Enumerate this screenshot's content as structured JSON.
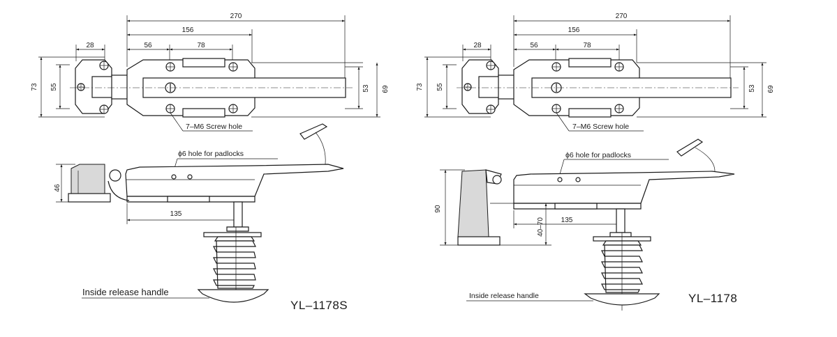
{
  "left": {
    "model": "YL–1178S",
    "dims": {
      "overall": "270",
      "bar": "156",
      "hinge": "28",
      "hole_a": "56",
      "hole_b": "78",
      "h73": "73",
      "h55": "55",
      "h53": "53",
      "h69": "69",
      "h46": "46",
      "d135": "135"
    },
    "screw_note": "7–M6 Screw hole",
    "padlock_note": "ϕ6 hole for padlocks",
    "release_note": "Inside release handle"
  },
  "right": {
    "model": "YL–1178",
    "dims": {
      "overall": "270",
      "bar": "156",
      "hinge": "28",
      "hole_a": "56",
      "hole_b": "78",
      "h73": "73",
      "h55": "55",
      "h53": "53",
      "h69": "69",
      "h90": "90",
      "d4070": "40–70",
      "d135": "135"
    },
    "screw_note": "7–M6 Screw hole",
    "padlock_note": "ϕ6  hole for padlocks",
    "release_note": "Inside release handle"
  }
}
